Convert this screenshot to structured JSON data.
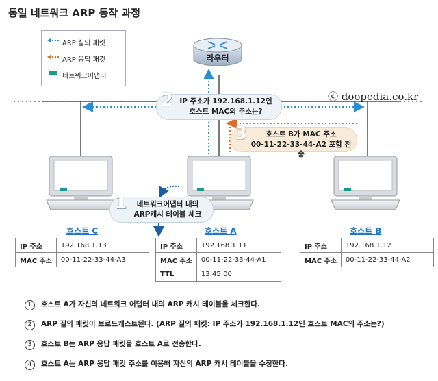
{
  "title": "동일 네트워크 ARP 동작 과정",
  "legend": [
    {
      "label": "ARP 질의 패킷",
      "color": "#2a8fd0",
      "symbol": "dotted-arrow-icon"
    },
    {
      "label": "ARP 응답 패킷",
      "color": "#e06a2a",
      "symbol": "dotted-arrow-icon"
    },
    {
      "label": "네트워크어댑터",
      "color": "#1a9a8a",
      "symbol": "adapter-icon"
    }
  ],
  "router": {
    "label": "라우터"
  },
  "copyright": "ⓒ doopedia.co.kr",
  "bubbles": [
    {
      "num": "2",
      "line1": "IP 주소가 192.168.1.12인",
      "line2": "호스트 MAC의 주소는?"
    },
    {
      "num": "3",
      "line1": "호스트 B가 MAC 주소",
      "line2": "00-11-22-33-44-A2 포함 전송"
    },
    {
      "num": "1",
      "line1": "네트워크어댑터 내의",
      "line2": "ARP캐시 테이블 체크"
    }
  ],
  "hosts": {
    "c": {
      "label": "호스트 C",
      "rows": [
        [
          "IP 주소",
          "192.168.1.13"
        ],
        [
          "MAC 주소",
          "00-11-22-33-44-A3"
        ]
      ]
    },
    "a": {
      "label": "호스트 A",
      "rows": [
        [
          "IP 주소",
          "192.168.1.11"
        ],
        [
          "MAC 주소",
          "00-11-22-33-44-A1"
        ],
        [
          "TTL",
          "13:45:00"
        ]
      ]
    },
    "b": {
      "label": "호스트 B",
      "rows": [
        [
          "IP 주소",
          "192.168.1.12"
        ],
        [
          "MAC 주소",
          "00-11-22-33-44-A2"
        ]
      ]
    }
  },
  "steps": [
    {
      "num": "1",
      "text": "호스트 A가 자신의 네트워크 어댑터 내의 ARP 캐시 테이블을 체크한다."
    },
    {
      "num": "2",
      "text": "ARP 질의 패킷이 브로드캐스트된다. (ARP 질의 패킷: IP 주소가 192.168.1.12인 호스트 MAC의 주소는?)"
    },
    {
      "num": "3",
      "text": "호스트 B는 ARP 응답 패킷을 호스트 A로 전송한다."
    },
    {
      "num": "4",
      "text": "호스트 A는 ARP 응답 패킷 주소를 이용해 자신의 ARP 캐시 테이블을 수정한다."
    }
  ]
}
